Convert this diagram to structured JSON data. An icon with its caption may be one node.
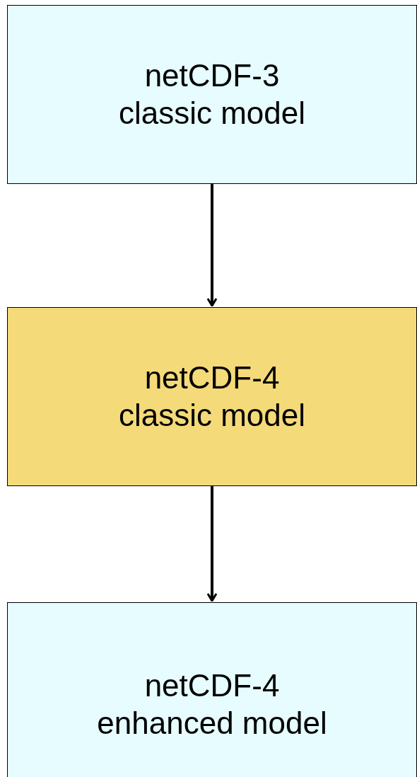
{
  "diagram": {
    "nodes": [
      {
        "text": [
          "netCDF-3 classic model"
        ]
      },
      {
        "text": [
          "netCDF-4 classic model"
        ]
      },
      {
        "text": [
          "netCDF-4 enhanced model"
        ]
      }
    ],
    "edges": [
      {
        "from": 0,
        "to": 1,
        "arrow": "to"
      },
      {
        "from": 1,
        "to": 2,
        "arrow": "to"
      }
    ]
  }
}
